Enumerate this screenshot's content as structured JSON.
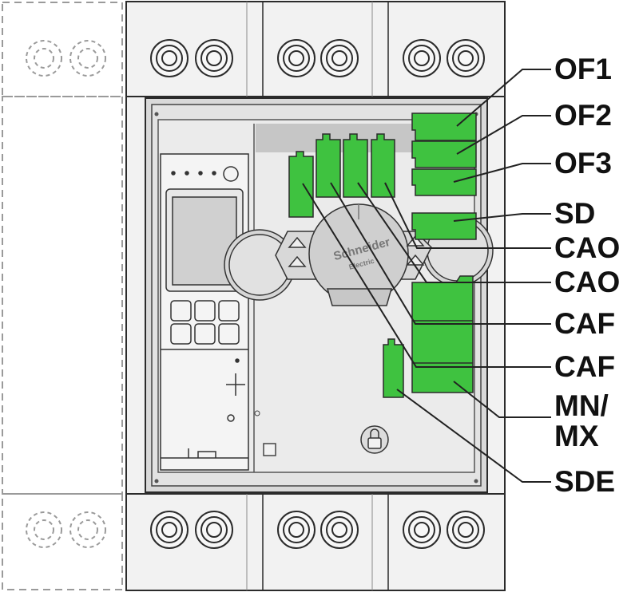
{
  "colors": {
    "module_green": "#3fc240",
    "module_stroke": "#2b2b2b",
    "body_grey": "#f2f2f2",
    "panel_grey": "#dedede",
    "line": "#222222"
  },
  "brand": {
    "line1": "Schneider",
    "line2": "Electric"
  },
  "accessories": [
    {
      "id": "of1",
      "label": "OF1"
    },
    {
      "id": "of2",
      "label": "OF2"
    },
    {
      "id": "of3",
      "label": "OF3"
    },
    {
      "id": "sd",
      "label": "SD"
    },
    {
      "id": "cao1",
      "label": "CAO"
    },
    {
      "id": "cao2",
      "label": "CAO"
    },
    {
      "id": "caf1",
      "label": "CAF"
    },
    {
      "id": "caf2",
      "label": "CAF"
    },
    {
      "id": "mnmx",
      "label": "MN/",
      "label2": "MX"
    },
    {
      "id": "sde",
      "label": "SDE"
    }
  ]
}
